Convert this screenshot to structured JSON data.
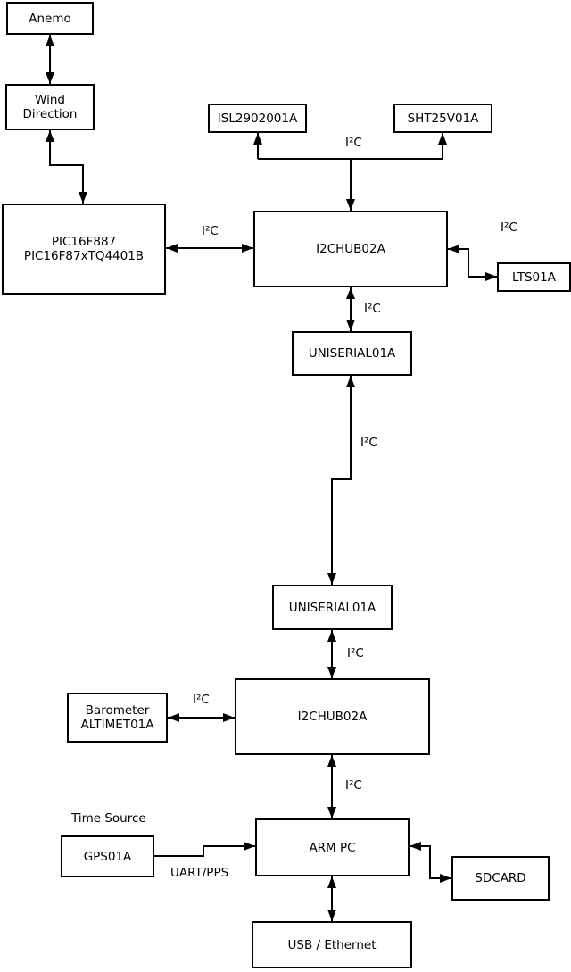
{
  "diagram": {
    "nodes": {
      "anemo": {
        "label": "Anemo"
      },
      "wind_direction": {
        "line1": "Wind",
        "line2": "Direction"
      },
      "pic": {
        "line1": "PIC16F887",
        "line2": "PIC16F87xTQ4401B"
      },
      "isl": {
        "label": "ISL2902001A"
      },
      "sht": {
        "label": "SHT25V01A"
      },
      "hub1": {
        "label": "I2CHUB02A"
      },
      "lts": {
        "label": "LTS01A"
      },
      "uniserial1": {
        "label": "UNISERIAL01A"
      },
      "uniserial2": {
        "label": "UNISERIAL01A"
      },
      "hub2": {
        "label": "I2CHUB02A"
      },
      "barometer": {
        "line1": "Barometer",
        "line2": "ALTIMET01A"
      },
      "gps": {
        "label": "GPS01A",
        "caption": "Time Source"
      },
      "arm_pc": {
        "label": "ARM PC"
      },
      "sdcard": {
        "label": "SDCARD"
      },
      "usb_ethernet": {
        "label": "USB / Ethernet"
      }
    },
    "edge_labels": {
      "i2c": "I²C",
      "uart_pps": "UART/PPS"
    },
    "edges": [
      {
        "from": "Anemo",
        "to": "Wind Direction",
        "bidirectional": true,
        "label": ""
      },
      {
        "from": "Wind Direction",
        "to": "PIC16F887 PIC16F87xTQ4401B",
        "bidirectional": true,
        "label": ""
      },
      {
        "from": "PIC16F887 PIC16F87xTQ4401B",
        "to": "I2CHUB02A (top)",
        "bidirectional": true,
        "label": "I²C"
      },
      {
        "from": "I2CHUB02A (top)",
        "to": "ISL2902001A",
        "bidirectional": true,
        "label": "I²C"
      },
      {
        "from": "I2CHUB02A (top)",
        "to": "SHT25V01A",
        "bidirectional": true,
        "label": "I²C"
      },
      {
        "from": "I2CHUB02A (top)",
        "to": "LTS01A",
        "bidirectional": true,
        "label": "I²C"
      },
      {
        "from": "I2CHUB02A (top)",
        "to": "UNISERIAL01A (top)",
        "bidirectional": true,
        "label": "I²C"
      },
      {
        "from": "UNISERIAL01A (top)",
        "to": "UNISERIAL01A (bottom)",
        "bidirectional": true,
        "label": "I²C"
      },
      {
        "from": "UNISERIAL01A (bottom)",
        "to": "I2CHUB02A (bottom)",
        "bidirectional": true,
        "label": "I²C"
      },
      {
        "from": "Barometer ALTIMET01A",
        "to": "I2CHUB02A (bottom)",
        "bidirectional": true,
        "label": "I²C"
      },
      {
        "from": "I2CHUB02A (bottom)",
        "to": "ARM PC",
        "bidirectional": true,
        "label": "I²C"
      },
      {
        "from": "GPS01A",
        "to": "ARM PC",
        "bidirectional": false,
        "label": "UART/PPS"
      },
      {
        "from": "ARM PC",
        "to": "SDCARD",
        "bidirectional": true,
        "label": ""
      },
      {
        "from": "ARM PC",
        "to": "USB / Ethernet",
        "bidirectional": true,
        "label": ""
      }
    ],
    "colors": {
      "line": "#000000",
      "text": "#000000",
      "background": "#ffffff"
    }
  }
}
